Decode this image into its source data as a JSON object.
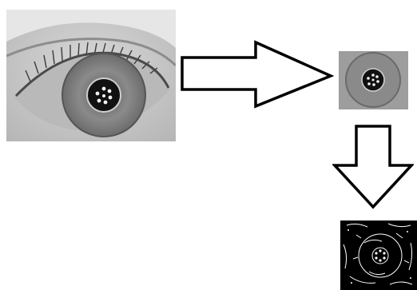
{
  "steps": [
    {
      "name": "eye-photograph"
    },
    {
      "name": "iris-crop"
    },
    {
      "name": "edge-detection"
    }
  ],
  "arrows": [
    {
      "direction": "right"
    },
    {
      "direction": "down"
    }
  ],
  "colors": {
    "background": "#ffffff",
    "arrow_stroke": "#000000",
    "arrow_fill": "#ffffff",
    "edge_background": "#000000",
    "edge_lines": "#ffffff"
  }
}
